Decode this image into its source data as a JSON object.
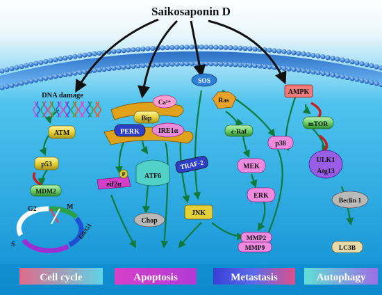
{
  "title": "Saikosaponin D",
  "nodes": {
    "dna_damage": "DNA damage",
    "atm": "ATM",
    "p53": "p53",
    "mdm2": "MDM2",
    "g2": "G2",
    "m": "M",
    "s": "S",
    "g0g1": "G0/G1",
    "ca": "Ca²⁺",
    "bip": "Bip",
    "perk": "PERK",
    "ire1a": "IRE1α",
    "p": "P",
    "eif2a": "eif2α",
    "atf6": "ATF6",
    "traf2": "TRAF-2",
    "chop": "Chop",
    "sos": "SOS",
    "ras": "Ras",
    "craf": "c-Raf",
    "mek": "MEK",
    "erk": "ERK",
    "jnk": "JNK",
    "p38": "p38",
    "mmp2": "MMP2",
    "mmp9": "MMP9",
    "ampk": "AMPK",
    "mtor": "mTOR",
    "ulk1": "ULK1",
    "atg13": "Atg13",
    "beclin1": "Beclin 1",
    "lc3b": "LC3B"
  },
  "categories": {
    "cell_cycle": "Cell cycle",
    "apoptosis": "Apoptosis",
    "metastasis": "Metastasis",
    "autophagy": "Autophagy"
  }
}
